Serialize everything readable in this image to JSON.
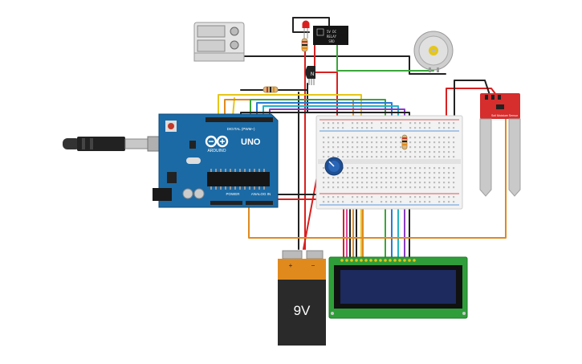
{
  "arduino": {
    "model": "UNO",
    "brand": "ARDUINO",
    "digital_header": "DIGITAL (PWM~)",
    "power_header": "POWER",
    "analog_header": "ANALOG IN"
  },
  "battery": {
    "label": "9V",
    "plus": "+",
    "minus": "−"
  },
  "relay": {
    "text_line1": "5V DC",
    "text_line2": "RELAY",
    "text_line3": "SRD"
  },
  "transistor": {
    "label": "N"
  },
  "sensor": {
    "label": "Soil Moisture Sensor"
  },
  "lcd": {
    "pin_count": 16,
    "backlight_color": "#1c2a5e"
  },
  "colors": {
    "arduino_blue": "#1b6aa5",
    "breadboard": "#f2f2f2",
    "wire_red": "#d92020",
    "wire_black": "#222222",
    "wire_green": "#3aa63a",
    "wire_yellow": "#e6c619",
    "wire_orange": "#e08a1e",
    "wire_blue": "#2a7ad6",
    "wire_purple": "#8a3cc6",
    "wire_cyan": "#20b5c8",
    "wire_pink": "#d54a9a"
  }
}
